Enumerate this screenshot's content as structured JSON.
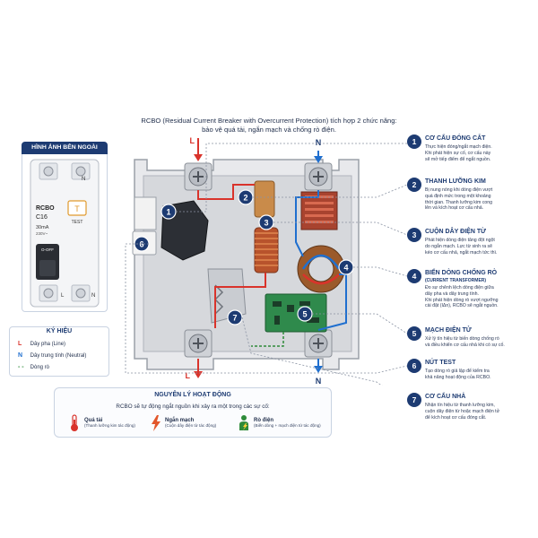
{
  "intro": {
    "line1": "RCBO (Residual Current Breaker with Overcurrent Protection) tích hợp 2 chức năng:",
    "line2": "bảo vệ quá tải, ngắn mạch và chống rò điện."
  },
  "external": {
    "title": "HÌNH ẢNH BÊN NGOÀI",
    "model": "RCBO",
    "rating": "C16",
    "sensitivity": "30mA",
    "voltage": "230V~",
    "test_label": "TEST",
    "test_symbol": "T",
    "n_label": "N",
    "off_label": "O-OFF",
    "l_label": "L",
    "n_bottom": "N"
  },
  "diagram": {
    "l_top": "L",
    "n_top": "N",
    "l_bottom": "L",
    "n_bottom": "N",
    "callout_1": "1",
    "callout_2": "2",
    "callout_3": "3",
    "callout_4": "4",
    "callout_5": "5",
    "callout_6": "6",
    "callout_7": "7"
  },
  "legend": {
    "title": "KÝ HIỆU",
    "items": [
      {
        "symbol": "L",
        "text": "Dây pha (Line)",
        "color": "#d9332b"
      },
      {
        "symbol": "N",
        "text": "Dây trung tính (Neutral)",
        "color": "#1f6fcf"
      },
      {
        "symbol": "- -",
        "text": "Dòng rò",
        "color": "#2e8b3a"
      }
    ]
  },
  "principle": {
    "title": "NGUYÊN LÝ HOẠT ĐỘNG",
    "desc": "RCBO sẽ tự động ngắt nguồn khi xảy ra một trong các sự cố:",
    "items": [
      {
        "name": "Quá tải",
        "sub": "(Thanh lưỡng kim tác động)"
      },
      {
        "name": "Ngắn mạch",
        "sub": "(Cuộn dây điện từ tác động)"
      },
      {
        "name": "Rò điện",
        "sub": "(Biến dòng + mạch điện tử tác động)"
      }
    ]
  },
  "components": [
    {
      "num": "1",
      "title": "CƠ CẤU ĐÓNG CẮT",
      "sub": "",
      "desc": [
        "Thực hiện đóng/ngắt mạch điện.",
        "Khi phát hiện sự cố, cơ cấu này",
        "sẽ mở tiếp điểm để ngắt nguồn."
      ]
    },
    {
      "num": "2",
      "title": "THANH LƯỠNG KIM",
      "sub": "",
      "desc": [
        "Bị nung nóng khi dòng điện vượt",
        "quá định mức trong một khoảng",
        "thời gian. Thanh lưỡng kim cong",
        "lên và kích hoạt cơ cấu nhả."
      ]
    },
    {
      "num": "3",
      "title": "CUỘN DÂY ĐIỆN TỪ",
      "sub": "",
      "desc": [
        "Phát hiện dòng điện tăng đột ngột",
        "do ngắn mạch. Lực từ sinh ra sẽ",
        "kéo cơ cấu nhả, ngắt mạch tức thì."
      ]
    },
    {
      "num": "4",
      "title": "BIẾN DÒNG CHỐNG RÒ",
      "sub": "(CURRENT TRANSFORMER)",
      "desc": [
        "Đo sự chênh lệch dòng điện giữa",
        "dây pha và dây trung tính.",
        "Khi phát hiện dòng rò vượt ngưỡng",
        "cài đặt (IΔn), RCBO sẽ ngắt nguồn."
      ]
    },
    {
      "num": "5",
      "title": "MẠCH ĐIỆN TỬ",
      "sub": "",
      "desc": [
        "Xử lý tín hiệu từ biến dòng chống rò",
        "và điều khiển cơ cấu nhả khi có sự cố."
      ]
    },
    {
      "num": "6",
      "title": "NÚT TEST",
      "sub": "",
      "desc": [
        "Tạo dòng rò giả lập để kiểm tra",
        "khả năng hoạt động của RCBO."
      ]
    },
    {
      "num": "7",
      "title": "CƠ CẤU NHẢ",
      "sub": "",
      "desc": [
        "Nhận tín hiệu từ thanh lưỡng kim,",
        "cuộn dây điện từ hoặc mạch điện tử",
        "để kích hoạt cơ cấu đóng cắt."
      ]
    }
  ],
  "colors": {
    "navy": "#1d3b72",
    "line_red": "#d9332b",
    "neutral_blue": "#1f6fcf",
    "leak_green": "#2e8b3a"
  }
}
